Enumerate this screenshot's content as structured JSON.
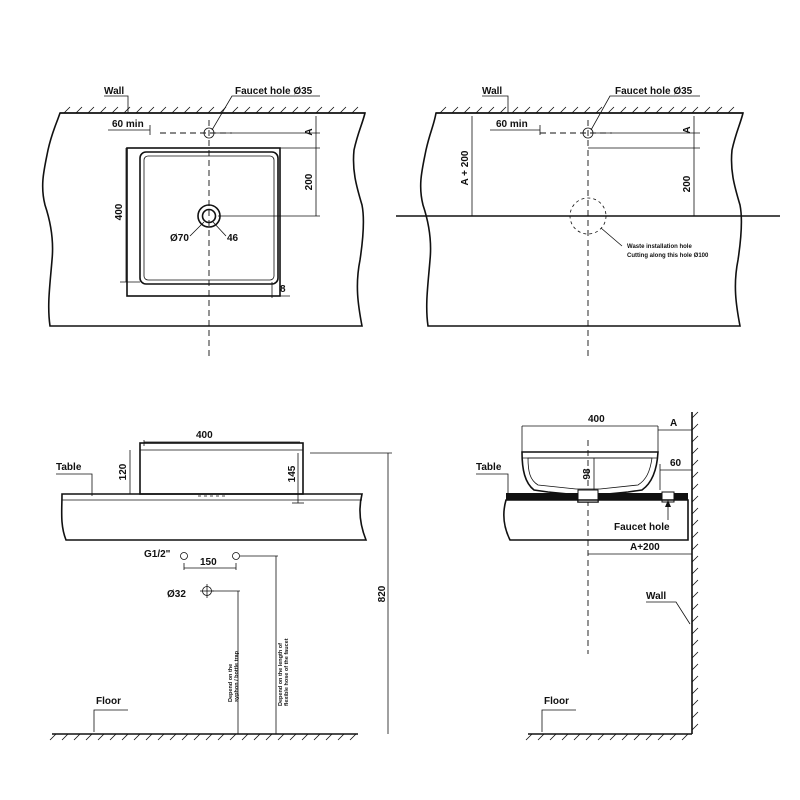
{
  "top_left": {
    "wall": "Wall",
    "faucet_hole": "Faucet hole Ø35",
    "min_distance": "60 min",
    "dim_a": "A",
    "dim_200": "200",
    "dim_400": "400",
    "drain_outer": "Ø70",
    "drain_inner": "46",
    "dim_8": "8"
  },
  "top_right": {
    "wall": "Wall",
    "faucet_hole": "Faucet hole Ø35",
    "min_distance": "60 min",
    "dim_a": "A",
    "dim_a_plus_200": "A + 200",
    "dim_200": "200",
    "waste_line1": "Waste installation hole",
    "waste_line2": "Cutting along this hole Ø100"
  },
  "bottom_left": {
    "table": "Table",
    "dim_400": "400",
    "dim_120": "120",
    "dim_145": "145",
    "dim_820": "820",
    "inlet": "G1/2\"",
    "dim_150": "150",
    "drain": "Ø32",
    "note_siphon_1": "Depend on the",
    "note_siphon_2": "syphon / bottle trap",
    "note_hose_1": "Depend on the length of",
    "note_hose_2": "flexible hose of the faucet",
    "floor": "Floor"
  },
  "bottom_right": {
    "table": "Table",
    "dim_400": "400",
    "dim_a": "A",
    "dim_98": "98",
    "dim_60": "60",
    "faucet_hole": "Faucet hole",
    "dim_a_plus_200": "A+200",
    "wall": "Wall",
    "floor": "Floor"
  }
}
